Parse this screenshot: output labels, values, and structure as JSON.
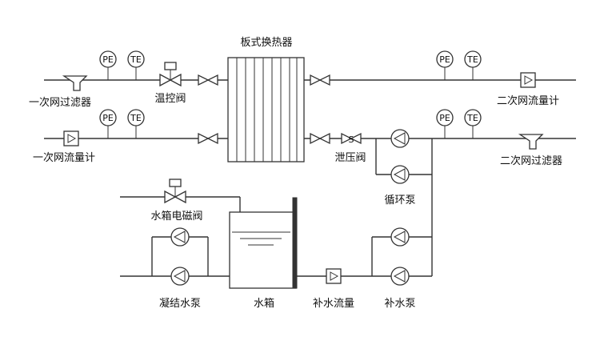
{
  "labels": {
    "exchanger": "板式换热器",
    "primary_filter": "一次网过滤器",
    "temp_valve": "温控阀",
    "primary_flowmeter": "一次网流量计",
    "secondary_flowmeter": "二次网流量计",
    "secondary_filter": "二次网过滤器",
    "relief_valve": "泄压阀",
    "circ_pump": "循环泵",
    "tank_valve": "水箱电磁阀",
    "cond_pump": "凝结水泵",
    "tank": "水箱",
    "makeup_flow": "补水流量",
    "makeup_pump": "补水泵"
  },
  "gauges": {
    "pe": "PE",
    "te": "TE"
  },
  "relief_symbol": "S"
}
